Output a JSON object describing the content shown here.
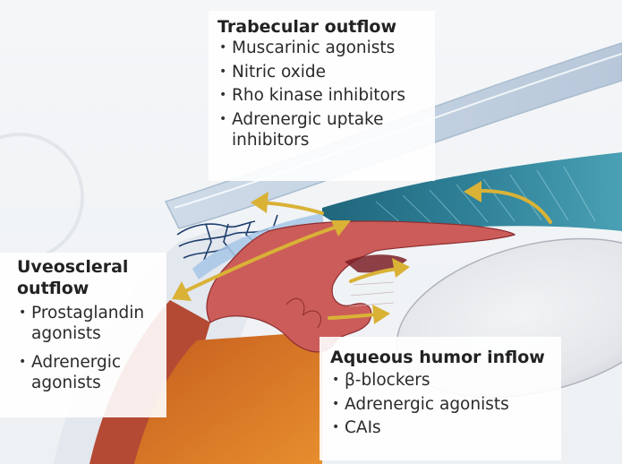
{
  "trabecular": {
    "heading": "Trabecular outflow",
    "items": [
      "Muscarinic agonists",
      "Nitric oxide",
      "Rho kinase inhibitors",
      "Adrenergic uptake inhibitors"
    ]
  },
  "uveoscleral": {
    "heading": "Uveoscleral outflow",
    "items": [
      "Prostaglandin agonists",
      "Adrenergic agonists"
    ]
  },
  "aqueous": {
    "heading": "Aqueous humor inflow",
    "items": [
      "β-blockers",
      "Adrenergic agonists",
      "CAIs"
    ]
  },
  "colors": {
    "arrow": "#d9b236",
    "ciliary_body": "#cc5a57",
    "iris": "#2f8098",
    "sclera": "#e5e9ef",
    "choroid": "#b24a33",
    "retina": "#e0852c",
    "lens": "#e6e7ea"
  }
}
